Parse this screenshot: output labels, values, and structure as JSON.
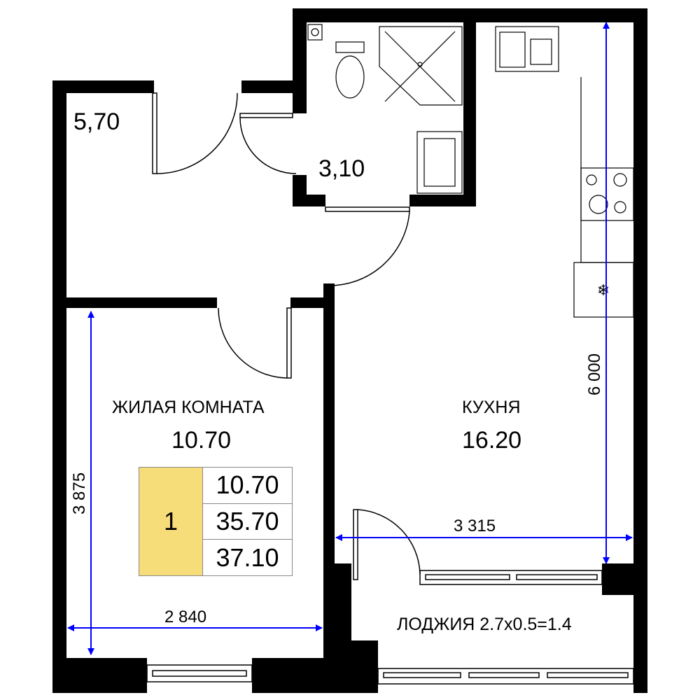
{
  "rooms": {
    "hall_area": "5,70",
    "bath_area": "3,10",
    "living_name": "ЖИЛАЯ КОМНАТА",
    "living_area": "10.70",
    "kitchen_name": "КУХНЯ",
    "kitchen_area": "16.20",
    "loggia": "ЛОДЖИЯ 2.7x0.5=1.4"
  },
  "summary": {
    "rooms_count": "1",
    "living_area": "10.70",
    "total_area": "35.70",
    "total_with_loggia": "37.10",
    "highlight_color": "#f7dc7a"
  },
  "dimensions": {
    "room_height": "3 875",
    "room_width": "2 840",
    "kitchen_width": "3 315",
    "kitchen_length": "6 000",
    "line_color": "#0000ff"
  }
}
